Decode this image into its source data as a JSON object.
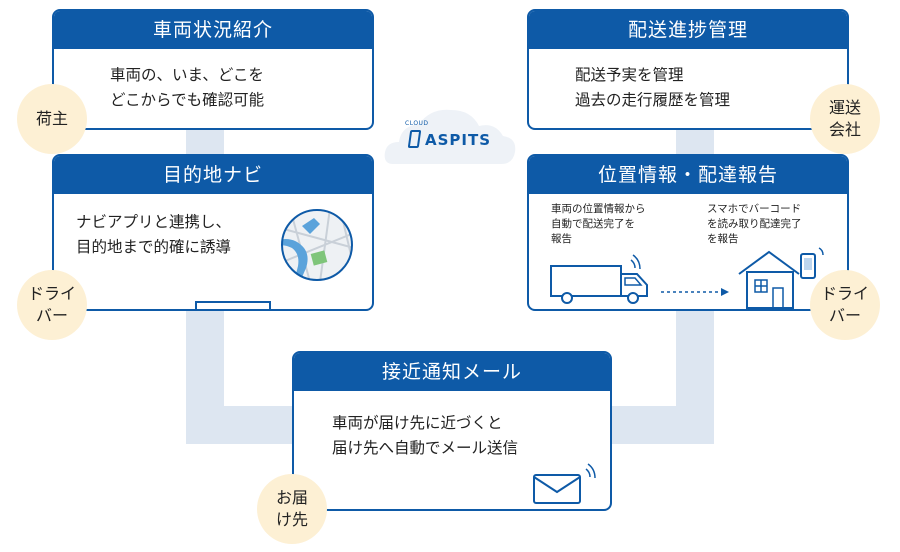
{
  "logo": {
    "small": "CLOUD",
    "name": "ASPITS"
  },
  "cards": {
    "vehicle_status": {
      "title": "車両状況紹介",
      "lines": [
        "車両の、いま、どこを",
        "どこからでも確認可能"
      ]
    },
    "navigation": {
      "title": "目的地ナビ",
      "lines": [
        "ナビアプリと連携し、",
        "目的地まで的確に誘導"
      ]
    },
    "delivery_progress": {
      "title": "配送進捗管理",
      "lines": [
        "配送予実を管理",
        "過去の走行履歴を管理"
      ]
    },
    "location_report": {
      "title": "位置情報・配達報告",
      "left_lines": [
        "車両の位置情報から",
        "自動で配送完了を",
        "報告"
      ],
      "right_lines": [
        "スマホでバーコード",
        "を読み取り配達完了",
        "を報告"
      ]
    },
    "approach_mail": {
      "title": "接近通知メール",
      "lines": [
        "車両が届け先に近づくと",
        "届け先へ自動でメール送信"
      ]
    }
  },
  "roles": {
    "shipper": [
      "荷主"
    ],
    "driver_left": [
      "ドライ",
      "バー"
    ],
    "carrier": [
      "運送",
      "会社"
    ],
    "driver_right": [
      "ドライ",
      "バー"
    ],
    "recipient": [
      "お届",
      "け先"
    ]
  },
  "colors": {
    "accent": "#0e5aa7",
    "connector": "#dde6f1",
    "role_circle": "#fdf0d4",
    "map_green": "#7fc57a",
    "map_water": "#5ba3db"
  }
}
